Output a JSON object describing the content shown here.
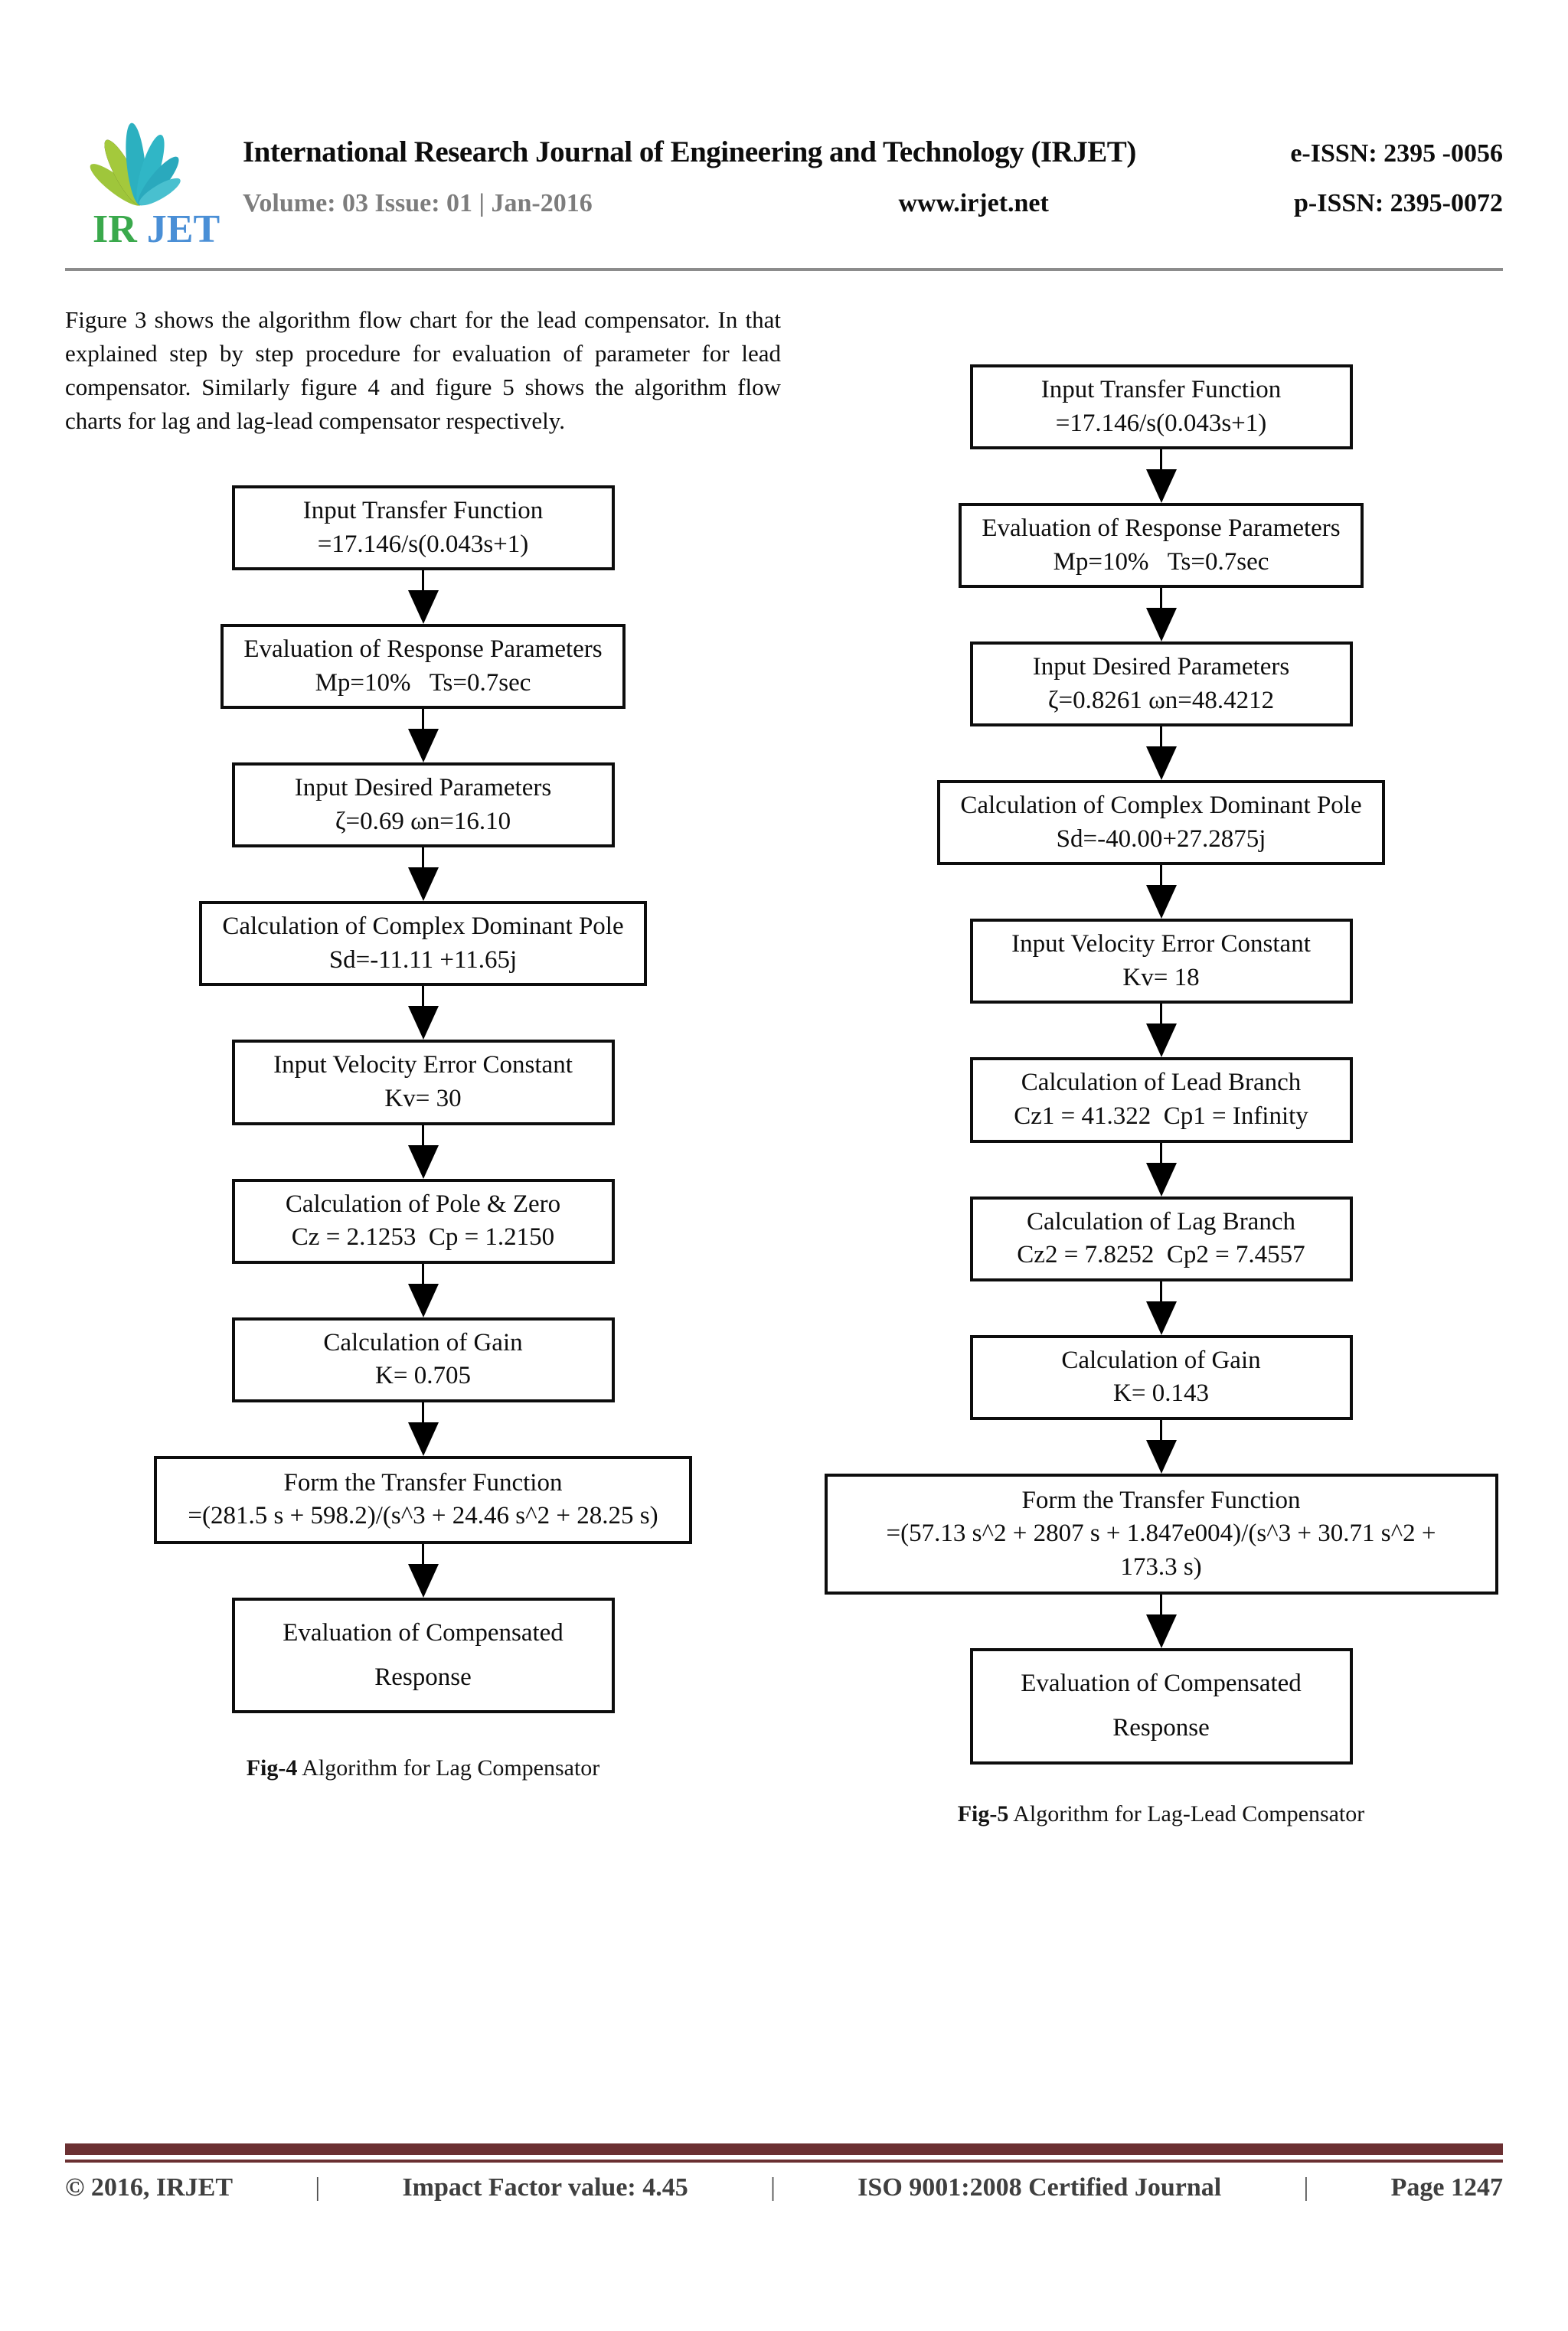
{
  "header": {
    "logo_ir": "IR",
    "logo_jet": "JET",
    "title": "International Research Journal of Engineering and Technology (IRJET)",
    "eissn": "e-ISSN: 2395 -0056",
    "volume": "Volume: 03 Issue: 01 | Jan-2016",
    "website": "www.irjet.net",
    "pissn": "p-ISSN: 2395-0072"
  },
  "intro": "Figure 3 shows the algorithm flow chart for the lead compensator. In that explained step by step procedure for evaluation of parameter for lead compensator. Similarly figure 4 and figure 5 shows the algorithm flow charts for lag and lag-lead compensator respectively.",
  "fig4": {
    "caption_label": "Fig-4",
    "caption_text": " Algorithm for Lag Compensator",
    "steps": [
      {
        "lines": [
          "Input Transfer Function",
          "=17.146/s(0.043s+1)"
        ]
      },
      {
        "lines": [
          "Evaluation of Response Parameters",
          "Mp=10%   Ts=0.7sec"
        ]
      },
      {
        "lines": [
          "Input Desired Parameters",
          "ζ=0.69 ωn=16.10"
        ]
      },
      {
        "lines": [
          "Calculation of Complex Dominant Pole",
          "Sd=-11.11 +11.65j"
        ]
      },
      {
        "lines": [
          "Input Velocity Error Constant",
          "Kv= 30"
        ]
      },
      {
        "lines": [
          "Calculation of Pole & Zero",
          "Cz = 2.1253  Cp = 1.2150"
        ]
      },
      {
        "lines": [
          "Calculation of Gain",
          "K= 0.705"
        ]
      },
      {
        "lines": [
          "Form the Transfer Function",
          "=(281.5 s + 598.2)/(s^3 + 24.46 s^2 + 28.25 s)"
        ]
      },
      {
        "lines": [
          "Evaluation of Compensated",
          "Response"
        ]
      }
    ]
  },
  "fig5": {
    "caption_label": "Fig-5",
    "caption_text": " Algorithm for Lag-Lead Compensator",
    "steps": [
      {
        "lines": [
          "Input Transfer Function",
          "=17.146/s(0.043s+1)"
        ]
      },
      {
        "lines": [
          "Evaluation of Response Parameters",
          "Mp=10%   Ts=0.7sec"
        ]
      },
      {
        "lines": [
          "Input Desired Parameters",
          "ζ=0.8261 ωn=48.4212"
        ]
      },
      {
        "lines": [
          "Calculation of Complex Dominant Pole",
          "Sd=-40.00+27.2875j"
        ]
      },
      {
        "lines": [
          "Input Velocity Error Constant",
          "Kv= 18"
        ]
      },
      {
        "lines": [
          "Calculation of Lead Branch",
          "Cz1 = 41.322  Cp1 = Infinity"
        ]
      },
      {
        "lines": [
          "Calculation of Lag Branch",
          "Cz2 = 7.8252  Cp2 = 7.4557"
        ]
      },
      {
        "lines": [
          "Calculation of Gain",
          "K= 0.143"
        ]
      },
      {
        "lines": [
          "Form the Transfer Function",
          "=(57.13 s^2 + 2807 s + 1.847e004)/(s^3 + 30.71 s^2 + 173.3 s)"
        ]
      },
      {
        "lines": [
          "Evaluation of Compensated",
          "Response"
        ]
      }
    ]
  },
  "footer": {
    "copyright": "© 2016, IRJET",
    "impact_factor": "Impact Factor value: 4.45",
    "iso": "ISO 9001:2008 Certified Journal",
    "page": "Page 1247",
    "separator": "|"
  },
  "colors": {
    "accent_maroon": "#6b3032",
    "logo_leaf_green": "#a4c93c",
    "logo_leaf_teal": "#2cb0c0",
    "logo_ir_green": "#3aa94c",
    "logo_jet_blue": "#4a8fd6"
  }
}
